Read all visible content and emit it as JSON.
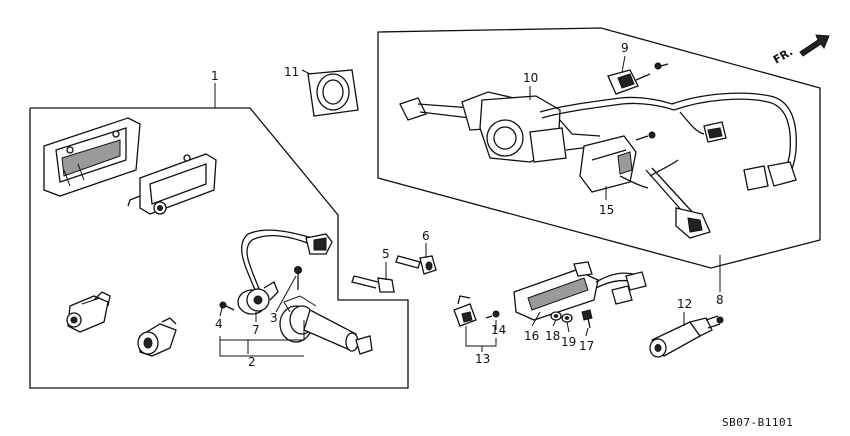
{
  "labels": {
    "p1": "1",
    "p2": "2",
    "p3": "3",
    "p4": "4",
    "p5": "5",
    "p6": "6",
    "p7": "7",
    "p8": "8",
    "p9": "9",
    "p10": "10",
    "p11": "11",
    "p12": "12",
    "p13": "13",
    "p14": "14",
    "p15": "15",
    "p16": "16",
    "p17": "17",
    "p18": "18",
    "p19": "19"
  },
  "direction_label": "FR.",
  "diagram_code": "SB07-B1101"
}
